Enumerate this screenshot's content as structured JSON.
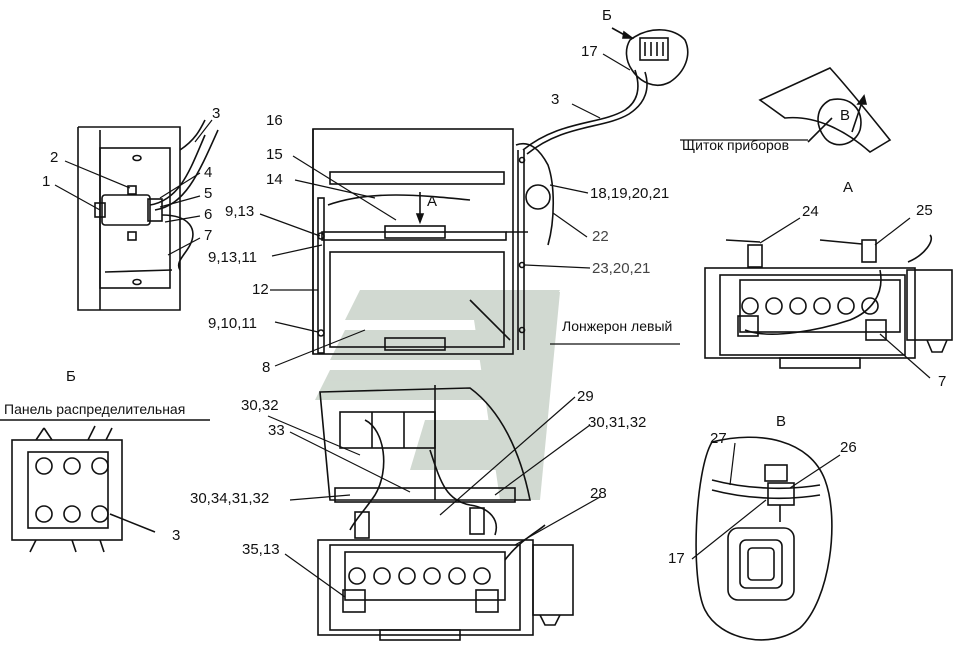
{
  "callouts": {
    "c1": "1",
    "c2": "2",
    "c3a": "3",
    "c4": "4",
    "c5": "5",
    "c6": "6",
    "c7a": "7",
    "c16": "16",
    "c15": "15",
    "c14": "14",
    "c913a": "9,13",
    "c91311": "9,13,11",
    "c12": "12",
    "c91011": "9,10,11",
    "c8": "8",
    "c17a": "17",
    "c3b": "3",
    "c18192021": "18,19,20,21",
    "c22": "22",
    "c232021": "23,20,21",
    "c24": "24",
    "c25": "25",
    "c7b": "7",
    "c3032": "30,32",
    "c33": "33",
    "c29": "29",
    "c303132": "30,31,32",
    "c30343132": "30,34,31,32",
    "c28": "28",
    "c3513": "35,13",
    "c3c": "3",
    "c27": "27",
    "c26": "26",
    "c17b": "17"
  },
  "view_labels": {
    "b_top": "Б",
    "a_center": "А",
    "a_right": "А",
    "b_left": "Б",
    "v_small": "В",
    "v_bottom": "В"
  },
  "notes": {
    "panel": "Щиток приборов",
    "longeron": "Лонжерон левый",
    "distribution_panel": "Панель распределительная"
  },
  "colors": {
    "line": "#111111",
    "watermark": "#c9d3c9"
  }
}
